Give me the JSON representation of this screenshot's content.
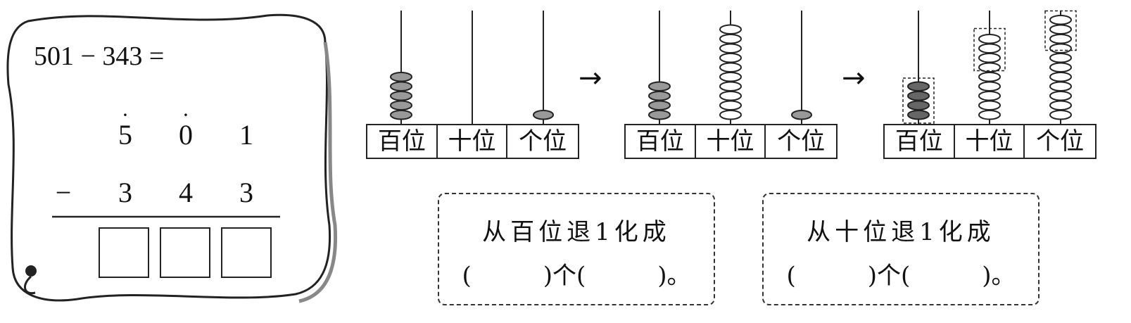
{
  "problem": {
    "equation": "501 − 343 =",
    "top_digits": [
      "5",
      "0",
      "1"
    ],
    "borrow_marks": [
      "·",
      "·",
      ""
    ],
    "bottom_sign": "−",
    "bottom_digits": [
      "3",
      "4",
      "3"
    ]
  },
  "abacus_labels": [
    "百位",
    "十位",
    "个位"
  ],
  "abaci": [
    {
      "hundreds": 5,
      "tens": 0,
      "ones": 1,
      "labels": [
        "百位",
        "十位",
        "个位"
      ]
    },
    {
      "hundreds": 4,
      "tens": 10,
      "ones": 1,
      "labels": [
        "百位",
        "十位",
        "个位"
      ]
    },
    {
      "hundreds": 4,
      "tens": 9,
      "ones": 11,
      "labels": [
        "百位",
        "十位",
        "个位"
      ]
    }
  ],
  "arrows": [
    "→",
    "→"
  ],
  "prompts": [
    {
      "line1": "从百位退1化成",
      "line2": "(　　　)个(　　　)。"
    },
    {
      "line1": "从十位退1化成",
      "line2": "(　　　)个(　　　)。"
    }
  ]
}
